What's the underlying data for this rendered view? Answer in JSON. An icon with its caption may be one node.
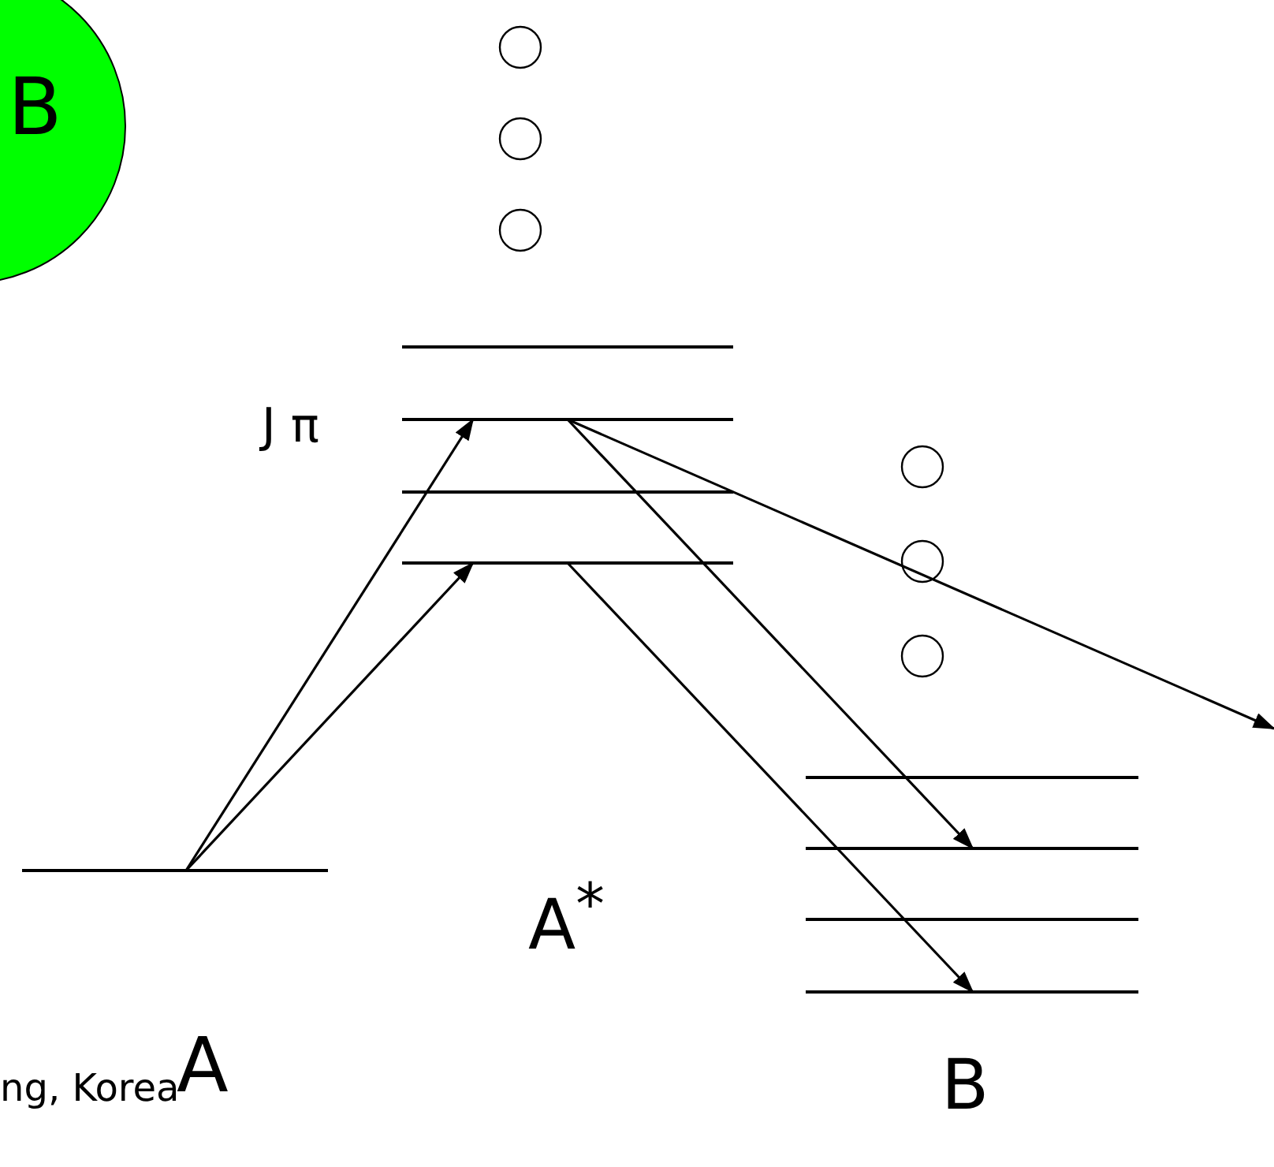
{
  "diagram": {
    "nodes": [
      {
        "text": [
          "B"
        ]
      },
      {
        "text": [],
        "shape": "bar",
        "beside": [
          "A"
        ]
      },
      {
        "text": [],
        "shape": "bar"
      },
      {
        "text": [],
        "shape": "bar",
        "beside": [
          "J π"
        ]
      },
      {
        "text": [],
        "shape": "bar"
      },
      {
        "text": [],
        "shape": "bar"
      },
      {
        "text": [],
        "shape": "bar"
      },
      {
        "text": [],
        "shape": "bar"
      },
      {
        "text": [],
        "shape": "bar"
      },
      {
        "text": [],
        "shape": "bar"
      }
    ],
    "edges": [
      {
        "from": 1,
        "to": 3,
        "arrow": "to"
      },
      {
        "from": 1,
        "to": 5,
        "arrow": "to"
      },
      {
        "from": 3,
        "to": 7,
        "arrow": "to"
      },
      {
        "from": 3,
        "to": null,
        "arrow": "to"
      },
      {
        "from": 5,
        "to": 9,
        "arrow": "to"
      }
    ],
    "labels": [
      "A$^{*}$",
      "ng, Korea",
      "B"
    ]
  }
}
